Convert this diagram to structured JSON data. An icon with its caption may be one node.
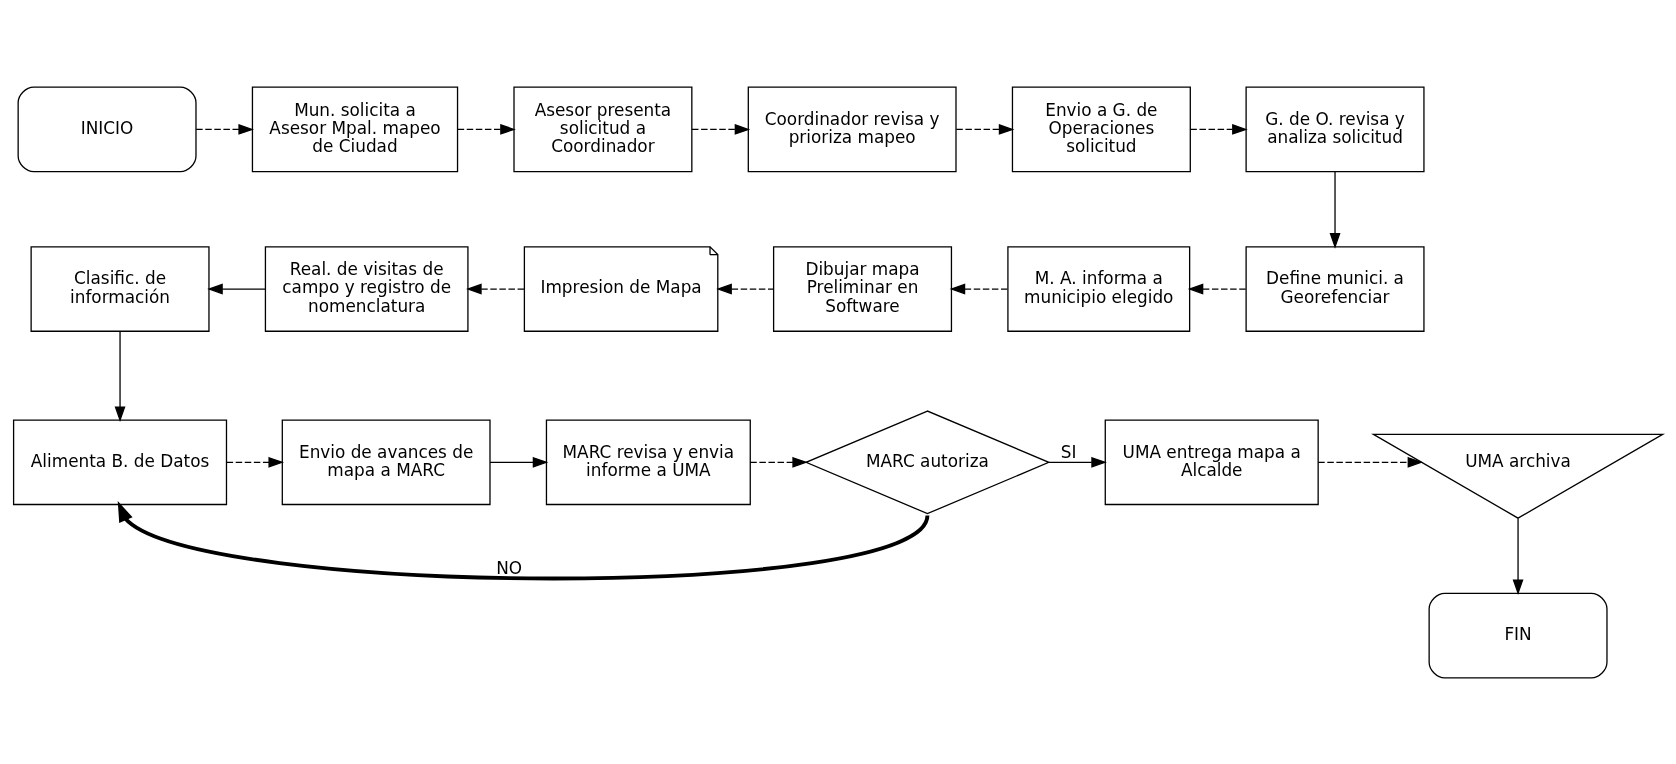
{
  "diagram": {
    "nodes": [
      {
        "text": [
          "INICIO"
        ]
      },
      {
        "text": [
          "Mun. solicita a Asesor Mpal. mapeo de Ciudad"
        ]
      },
      {
        "text": [
          "Asesor presenta solicitud a Coordinador"
        ]
      },
      {
        "text": [
          "Coordinador revisa y prioriza mapeo"
        ]
      },
      {
        "text": [
          "Envio a G. de Operaciones solicitud"
        ]
      },
      {
        "text": [
          "G. de O. revisa y analiza solicitud"
        ]
      },
      {
        "text": [
          "Define munici. a Georefenciar"
        ]
      },
      {
        "text": [
          "M. A. informa a municipio elegido"
        ]
      },
      {
        "text": [
          "Dibujar mapa Preliminar en Software"
        ]
      },
      {
        "text": [
          "Impresion de Mapa"
        ]
      },
      {
        "text": [
          "Real. de visitas de campo y registro de nomenclatura"
        ]
      },
      {
        "text": [
          "Clasific. de información"
        ]
      },
      {
        "text": [
          "Alimenta B. de Datos"
        ]
      },
      {
        "text": [
          "Envio de avances de mapa a MARC"
        ]
      },
      {
        "text": [
          "MARC revisa y envia informe a UMA"
        ]
      },
      {
        "text": [
          "MARC autoriza"
        ]
      },
      {
        "text": [
          "UMA entrega mapa a Alcalde"
        ]
      },
      {
        "text": [
          "UMA archiva"
        ]
      },
      {
        "text": [
          "FIN"
        ]
      }
    ],
    "edges": [
      {
        "from": 0,
        "to": 1,
        "arrow": "to",
        "style": "dashed"
      },
      {
        "from": 1,
        "to": 2,
        "arrow": "to",
        "style": "dashed"
      },
      {
        "from": 2,
        "to": 3,
        "arrow": "to",
        "style": "dashed"
      },
      {
        "from": 3,
        "to": 4,
        "arrow": "to",
        "style": "dashed"
      },
      {
        "from": 4,
        "to": 5,
        "arrow": "to",
        "style": "dashed"
      },
      {
        "from": 5,
        "to": 6,
        "arrow": "to"
      },
      {
        "from": 6,
        "to": 7,
        "arrow": "to",
        "style": "dashed"
      },
      {
        "from": 7,
        "to": 8,
        "arrow": "to",
        "style": "dashed"
      },
      {
        "from": 8,
        "to": 9,
        "arrow": "to",
        "style": "dashed"
      },
      {
        "from": 9,
        "to": 10,
        "arrow": "to",
        "style": "dashed"
      },
      {
        "from": 10,
        "to": 11,
        "arrow": "to"
      },
      {
        "from": 11,
        "to": 12,
        "arrow": "to"
      },
      {
        "from": 12,
        "to": 13,
        "arrow": "to",
        "style": "dashed"
      },
      {
        "from": 13,
        "to": 14,
        "arrow": "to"
      },
      {
        "from": 14,
        "to": 15,
        "arrow": "to",
        "style": "dashed"
      },
      {
        "from": 15,
        "to": 16,
        "arrow": "to",
        "label": "SI"
      },
      {
        "from": 16,
        "to": 17,
        "arrow": "to",
        "style": "dashed"
      },
      {
        "from": 17,
        "to": 18,
        "arrow": "to"
      },
      {
        "from": 15,
        "to": 12,
        "arrow": "to",
        "label": "NO",
        "style": "thick"
      }
    ]
  }
}
